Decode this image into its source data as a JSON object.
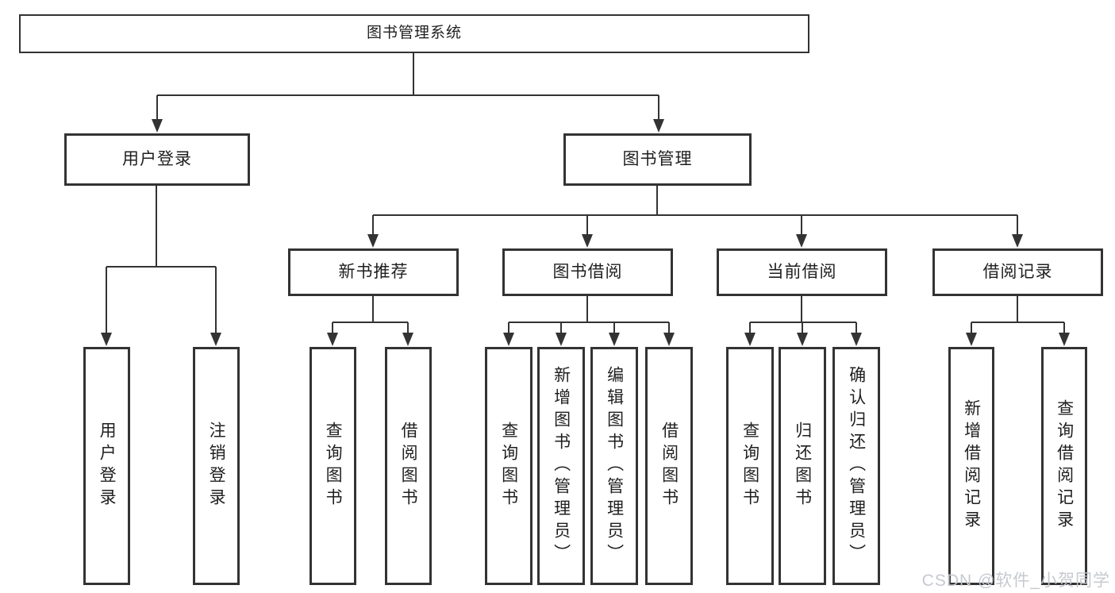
{
  "diagram": {
    "root": {
      "label": "图书管理系统"
    },
    "level2": {
      "user_login": {
        "label": "用户登录"
      },
      "book_management": {
        "label": "图书管理"
      }
    },
    "level3": {
      "new_book": {
        "label": "新书推荐"
      },
      "book_borrow": {
        "label": "图书借阅"
      },
      "current_borrow": {
        "label": "当前借阅"
      },
      "borrow_records": {
        "label": "借阅记录"
      }
    },
    "leaves": {
      "user_login": [
        "用户登录",
        "注销登录"
      ],
      "new_book": [
        "查询图书",
        "借阅图书"
      ],
      "book_borrow": [
        "查询图书",
        "新增图书（管理员）",
        "编辑图书（管理员）",
        "借阅图书"
      ],
      "current_borrow": [
        "查询图书",
        "归还图书",
        "确认归还（管理员）"
      ],
      "borrow_records": [
        "新增借阅记录",
        "查询借阅记录"
      ]
    }
  },
  "watermark": {
    "text": "CSDN @软件_小贺同学"
  },
  "colors": {
    "line": "#333333",
    "text": "#1f1f1f",
    "background": "#ffffff",
    "watermark": "#c3c7cd"
  }
}
